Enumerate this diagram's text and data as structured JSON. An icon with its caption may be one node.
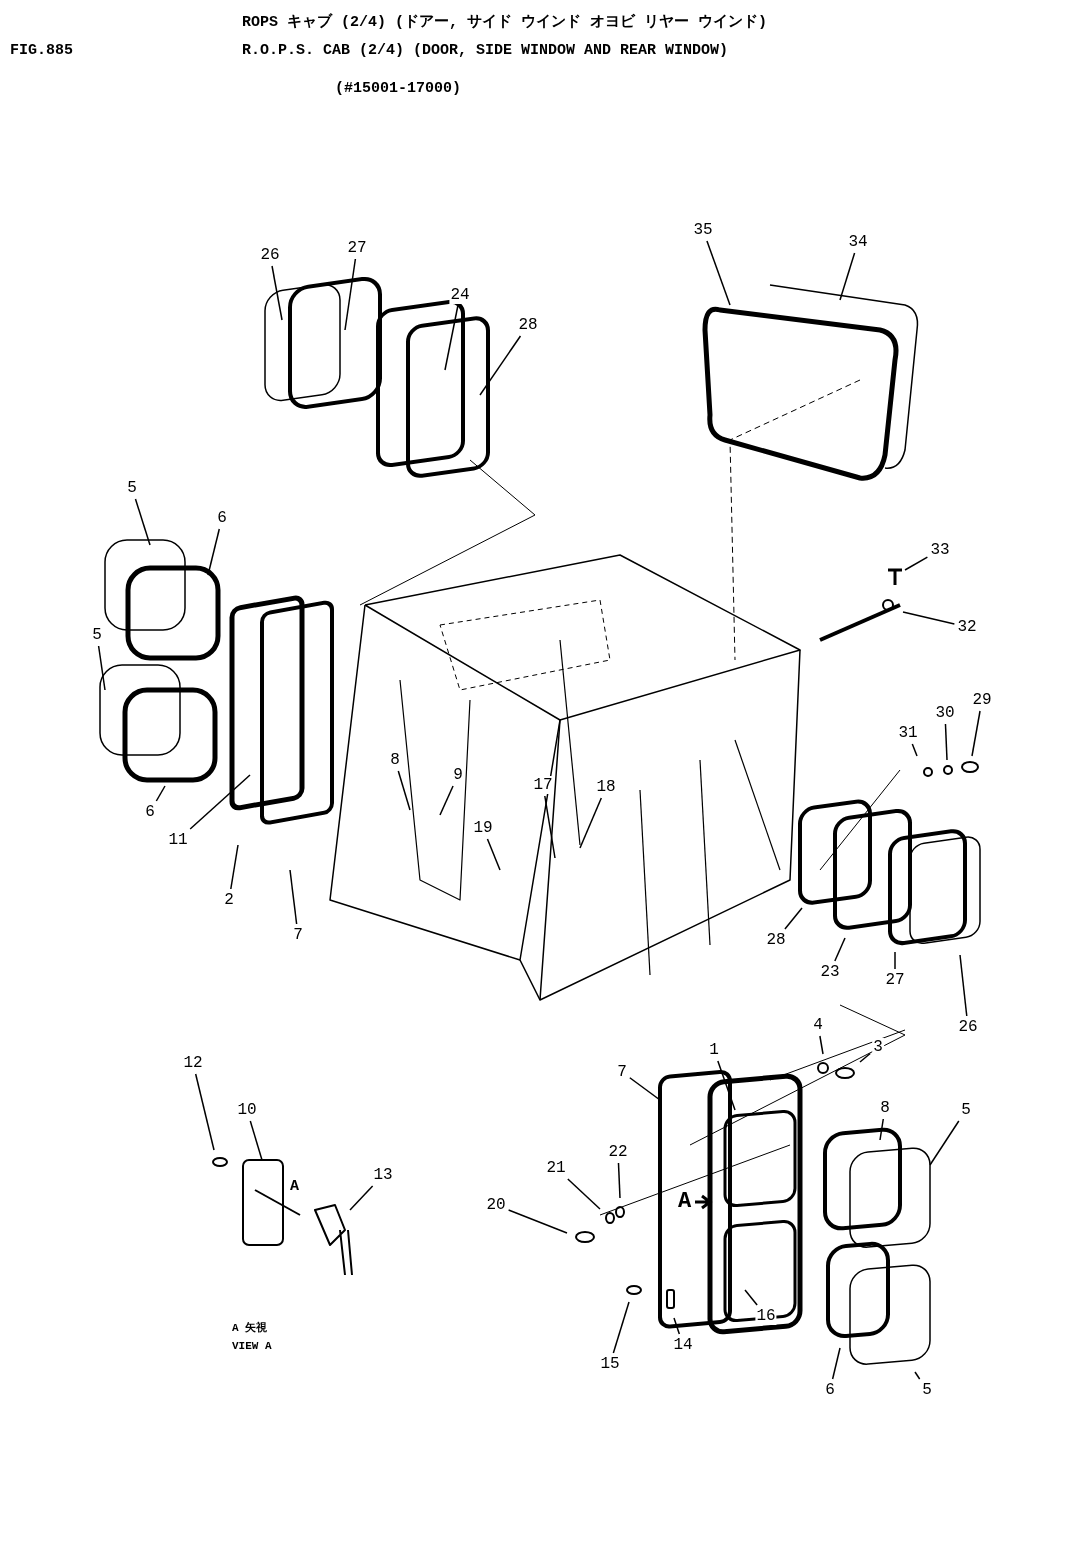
{
  "diagram": {
    "title": "R.O.P.S. CAB (2/4) (DOOR, SIDE WINDOW AND REAR WINDOW)",
    "nodes": [
      {
        "text": [
          "26"
        ]
      },
      {
        "text": [
          "27"
        ]
      },
      {
        "text": [
          "24"
        ]
      },
      {
        "text": [
          "28"
        ]
      },
      {
        "text": [
          "35"
        ]
      },
      {
        "text": [
          "34"
        ]
      },
      {
        "text": [
          "5"
        ]
      },
      {
        "text": [
          "6"
        ]
      },
      {
        "text": [
          "33"
        ]
      },
      {
        "text": [
          "8"
        ]
      },
      {
        "text": [
          "9"
        ]
      },
      {
        "text": [
          "32"
        ]
      },
      {
        "text": [
          "5"
        ]
      },
      {
        "text": [
          "6"
        ]
      },
      {
        "text": [
          "30"
        ]
      },
      {
        "text": [
          "29"
        ]
      },
      {
        "text": [
          "31"
        ]
      },
      {
        "text": [
          "17"
        ]
      },
      {
        "text": [
          "18"
        ]
      },
      {
        "text": [
          "19"
        ]
      },
      {
        "text": [
          "11"
        ]
      },
      {
        "text": [
          "2"
        ]
      },
      {
        "text": [
          "7"
        ]
      },
      {
        "text": [
          "28"
        ]
      },
      {
        "text": [
          "23"
        ]
      },
      {
        "text": [
          "27"
        ]
      },
      {
        "text": [
          "26"
        ]
      },
      {
        "text": [
          "1"
        ]
      },
      {
        "text": [
          "4"
        ]
      },
      {
        "text": [
          "3"
        ]
      },
      {
        "text": [
          "7"
        ]
      },
      {
        "text": [
          "12"
        ]
      },
      {
        "text": [
          "10"
        ]
      },
      {
        "text": [
          "8"
        ]
      },
      {
        "text": [
          "5"
        ]
      },
      {
        "text": [
          "13"
        ]
      },
      {
        "text": [
          "22"
        ]
      },
      {
        "text": [
          "21"
        ]
      },
      {
        "text": [
          "20"
        ]
      },
      {
        "text": [
          "16"
        ]
      },
      {
        "text": [
          "14"
        ]
      },
      {
        "text": [
          "15"
        ]
      },
      {
        "text": [
          "6"
        ]
      },
      {
        "text": [
          "5"
        ]
      }
    ],
    "edges": [
      {
        "from": 0,
        "to": null,
        "arrow": "none"
      },
      {
        "from": 1,
        "to": null,
        "arrow": "none"
      },
      {
        "from": 2,
        "to": null,
        "arrow": "none"
      },
      {
        "from": 3,
        "to": null,
        "arrow": "none"
      },
      {
        "from": 4,
        "to": null,
        "arrow": "none"
      },
      {
        "from": 5,
        "to": null,
        "arrow": "none"
      },
      {
        "from": 6,
        "to": null,
        "arrow": "none"
      },
      {
        "from": 7,
        "to": null,
        "arrow": "none"
      },
      {
        "from": 8,
        "to": null,
        "arrow": "none"
      },
      {
        "from": 9,
        "to": null,
        "arrow": "none"
      },
      {
        "from": 10,
        "to": null,
        "arrow": "none"
      },
      {
        "from": 11,
        "to": null,
        "arrow": "none"
      },
      {
        "from": 12,
        "to": null,
        "arrow": "none"
      },
      {
        "from": 13,
        "to": null,
        "arrow": "none"
      },
      {
        "from": 14,
        "to": null,
        "arrow": "none"
      },
      {
        "from": 15,
        "to": null,
        "arrow": "none"
      },
      {
        "from": 16,
        "to": null,
        "arrow": "none"
      },
      {
        "from": 17,
        "to": null,
        "arrow": "none"
      },
      {
        "from": 18,
        "to": null,
        "arrow": "none"
      },
      {
        "from": 19,
        "to": null,
        "arrow": "none"
      },
      {
        "from": 20,
        "to": null,
        "arrow": "none"
      },
      {
        "from": 21,
        "to": null,
        "arrow": "none"
      },
      {
        "from": 22,
        "to": null,
        "arrow": "none"
      },
      {
        "from": 23,
        "to": null,
        "arrow": "none"
      },
      {
        "from": 24,
        "to": null,
        "arrow": "none"
      },
      {
        "from": 25,
        "to": null,
        "arrow": "none"
      },
      {
        "from": 26,
        "to": null,
        "arrow": "none"
      },
      {
        "from": 27,
        "to": null,
        "arrow": "none"
      },
      {
        "from": 28,
        "to": null,
        "arrow": "none"
      },
      {
        "from": 29,
        "to": null,
        "arrow": "none"
      },
      {
        "from": 30,
        "to": null,
        "arrow": "none"
      },
      {
        "from": 31,
        "to": null,
        "arrow": "none"
      },
      {
        "from": 32,
        "to": null,
        "arrow": "none"
      },
      {
        "from": 33,
        "to": null,
        "arrow": "none"
      },
      {
        "from": 34,
        "to": null,
        "arrow": "none"
      },
      {
        "from": 35,
        "to": null,
        "arrow": "none"
      },
      {
        "from": 36,
        "to": null,
        "arrow": "none"
      },
      {
        "from": 37,
        "to": null,
        "arrow": "none"
      },
      {
        "from": 38,
        "to": null,
        "arrow": "none"
      },
      {
        "from": 39,
        "to": null,
        "arrow": "none"
      },
      {
        "from": 40,
        "to": null,
        "arrow": "none"
      },
      {
        "from": 41,
        "to": null,
        "arrow": "none"
      },
      {
        "from": 42,
        "to": null,
        "arrow": "none"
      },
      {
        "from": 43,
        "to": null,
        "arrow": "none"
      }
    ],
    "labels": [
      "ROPS キャブ (2/4) (ドアー, サイド ウインド オヨビ リヤー ウインド)",
      "FIG.885",
      "(#15001-17000)",
      "A",
      "A",
      "A 矢視",
      "VIEW A"
    ]
  }
}
